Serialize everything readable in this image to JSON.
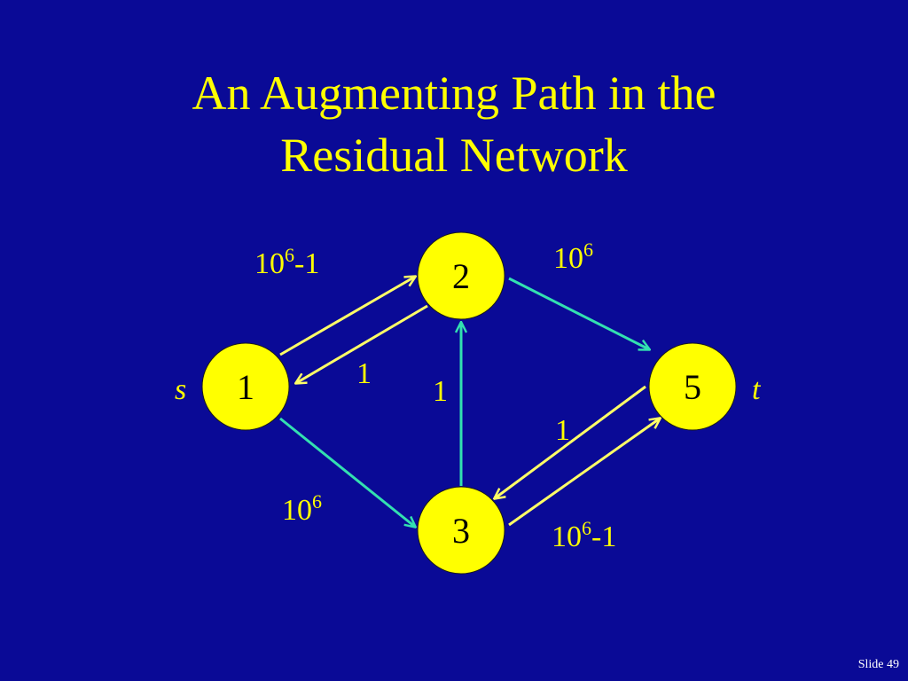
{
  "slide": {
    "title_line1": "An Augmenting Path in the",
    "title_line2": "Residual Network",
    "footer": "Slide 49"
  },
  "colors": {
    "background": "#0A0A96",
    "node_fill": "#FFFF00",
    "text": "#FFFF00",
    "path_edge": "#FFFF66",
    "other_edge": "#33E0B0"
  },
  "nodes": [
    {
      "id": "1",
      "label": "1",
      "terminal": "s"
    },
    {
      "id": "2",
      "label": "2"
    },
    {
      "id": "3",
      "label": "3"
    },
    {
      "id": "5",
      "label": "5",
      "terminal": "t"
    }
  ],
  "edges": [
    {
      "id": "e12",
      "from": "1",
      "to": "2",
      "label_base": "10",
      "label_sup": "6",
      "label_rest": "-1",
      "color": "#FFFF66"
    },
    {
      "id": "e21",
      "from": "2",
      "to": "1",
      "label_base": "1",
      "label_sup": "",
      "label_rest": "",
      "color": "#FFFF66"
    },
    {
      "id": "e25",
      "from": "2",
      "to": "5",
      "label_base": "10",
      "label_sup": "6",
      "label_rest": "",
      "color": "#33E0B0"
    },
    {
      "id": "e13",
      "from": "1",
      "to": "3",
      "label_base": "10",
      "label_sup": "6",
      "label_rest": "",
      "color": "#33E0B0"
    },
    {
      "id": "e32",
      "from": "3",
      "to": "2",
      "label_base": "1",
      "label_sup": "",
      "label_rest": "",
      "color": "#33E0B0"
    },
    {
      "id": "e53",
      "from": "5",
      "to": "3",
      "label_base": "1",
      "label_sup": "",
      "label_rest": "",
      "color": "#FFFF66"
    },
    {
      "id": "e35",
      "from": "3",
      "to": "5",
      "label_base": "10",
      "label_sup": "6",
      "label_rest": "-1",
      "color": "#FFFF66"
    }
  ]
}
